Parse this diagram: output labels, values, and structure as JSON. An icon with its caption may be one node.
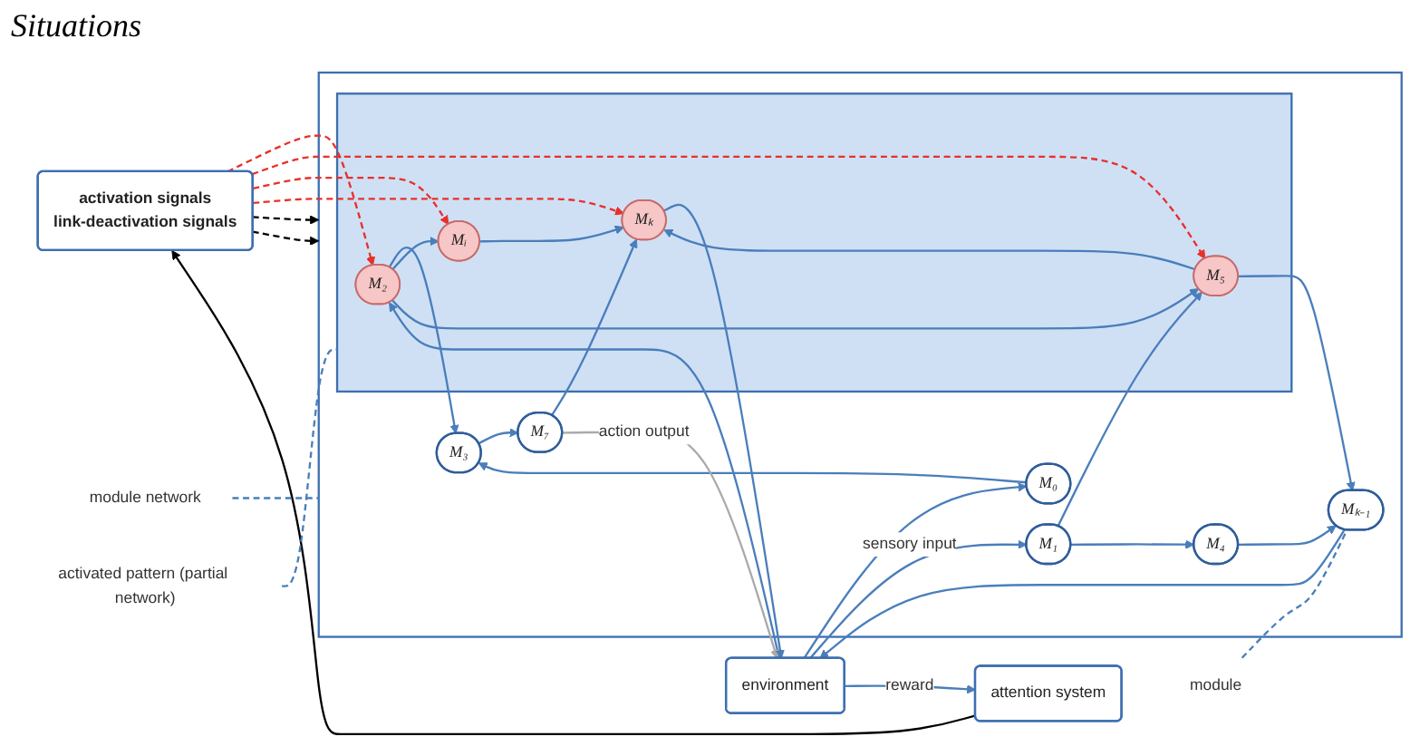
{
  "diagram": {
    "nodes": [
      {
        "text": [
          "activation signals",
          "link-deactivation signals"
        ]
      },
      {
        "text": [
          "attention system"
        ]
      },
      {
        "text": [],
        "shape": "box"
      },
      {
        "text": [],
        "shape": "box",
        "in": 2
      },
      {
        "text": [
          "M₀"
        ],
        "in": 2
      },
      {
        "text": [
          "M₃"
        ],
        "in": 2
      },
      {
        "text": [
          "M₇"
        ],
        "in": 2
      },
      {
        "text": [
          "M₂"
        ],
        "in": 3
      },
      {
        "text": [
          "Mᵢ"
        ],
        "in": 3
      },
      {
        "text": [
          "Mₖ"
        ],
        "in": 3
      },
      {
        "text": [
          "M₅"
        ],
        "in": 3
      },
      {
        "text": [
          "M₁"
        ],
        "in": 2
      },
      {
        "text": [
          "M₄"
        ],
        "in": 2
      },
      {
        "text": [
          "Mₖ₋₁"
        ],
        "in": 2
      },
      {
        "text": [
          "environment"
        ]
      },
      {
        "text": [
          "module network"
        ]
      },
      {
        "text": [
          "activated pattern (partial network)"
        ]
      },
      {
        "text": [
          "module"
        ]
      }
    ],
    "edges": [
      {
        "from": 1,
        "to": 0,
        "arrow": "to",
        "color": "#000000"
      },
      {
        "from": 14,
        "to": 1,
        "arrow": "to",
        "label": "reward"
      },
      {
        "from": 0,
        "to": 7,
        "arrow": "to",
        "style": "dashed",
        "color": "#e8302a"
      },
      {
        "from": 0,
        "to": 10,
        "arrow": "to",
        "style": "dashed",
        "color": "#e8302a"
      },
      {
        "from": 0,
        "to": 8,
        "arrow": "to",
        "style": "dashed",
        "color": "#e8302a"
      },
      {
        "from": 0,
        "to": 9,
        "arrow": "to",
        "style": "dashed",
        "color": "#e8302a"
      },
      {
        "from": 0,
        "to": 2,
        "arrow": "to",
        "style": "dashed",
        "color": "#000000"
      },
      {
        "from": 0,
        "to": 2,
        "arrow": "to",
        "style": "dashed",
        "color": "#000000"
      },
      {
        "from": 14,
        "to": 4,
        "arrow": "to"
      },
      {
        "from": 14,
        "to": 7,
        "arrow": "to"
      },
      {
        "from": 14,
        "to": 11,
        "arrow": "to",
        "label": "sensory input"
      },
      {
        "from": 4,
        "to": 5,
        "arrow": "to"
      },
      {
        "from": 7,
        "to": 5,
        "arrow": "to"
      },
      {
        "from": 7,
        "to": 8,
        "arrow": "to"
      },
      {
        "from": 7,
        "to": 10,
        "arrow": "to"
      },
      {
        "from": 5,
        "to": 6,
        "arrow": "to"
      },
      {
        "from": 8,
        "to": 9,
        "arrow": "to"
      },
      {
        "from": 6,
        "to": 9,
        "arrow": "to"
      },
      {
        "from": 10,
        "to": 9,
        "arrow": "to"
      },
      {
        "from": 11,
        "to": 10,
        "arrow": "to"
      },
      {
        "from": 11,
        "to": 12,
        "arrow": "to"
      },
      {
        "from": 12,
        "to": 13,
        "arrow": "to"
      },
      {
        "from": 10,
        "to": 13,
        "arrow": "to"
      },
      {
        "from": 6,
        "to": 14,
        "arrow": "to",
        "label": "action output",
        "color": "#aaaaaa"
      },
      {
        "from": 9,
        "to": 14,
        "arrow": "to"
      },
      {
        "from": 13,
        "to": 14,
        "arrow": "to"
      },
      {
        "from": 15,
        "to": 2,
        "arrow": "none",
        "style": "dashed"
      },
      {
        "from": 16,
        "to": 3,
        "arrow": "none",
        "style": "dashed"
      },
      {
        "from": 17,
        "to": 13,
        "arrow": "none",
        "style": "dashed"
      }
    ],
    "labels": [
      "Situations"
    ]
  }
}
